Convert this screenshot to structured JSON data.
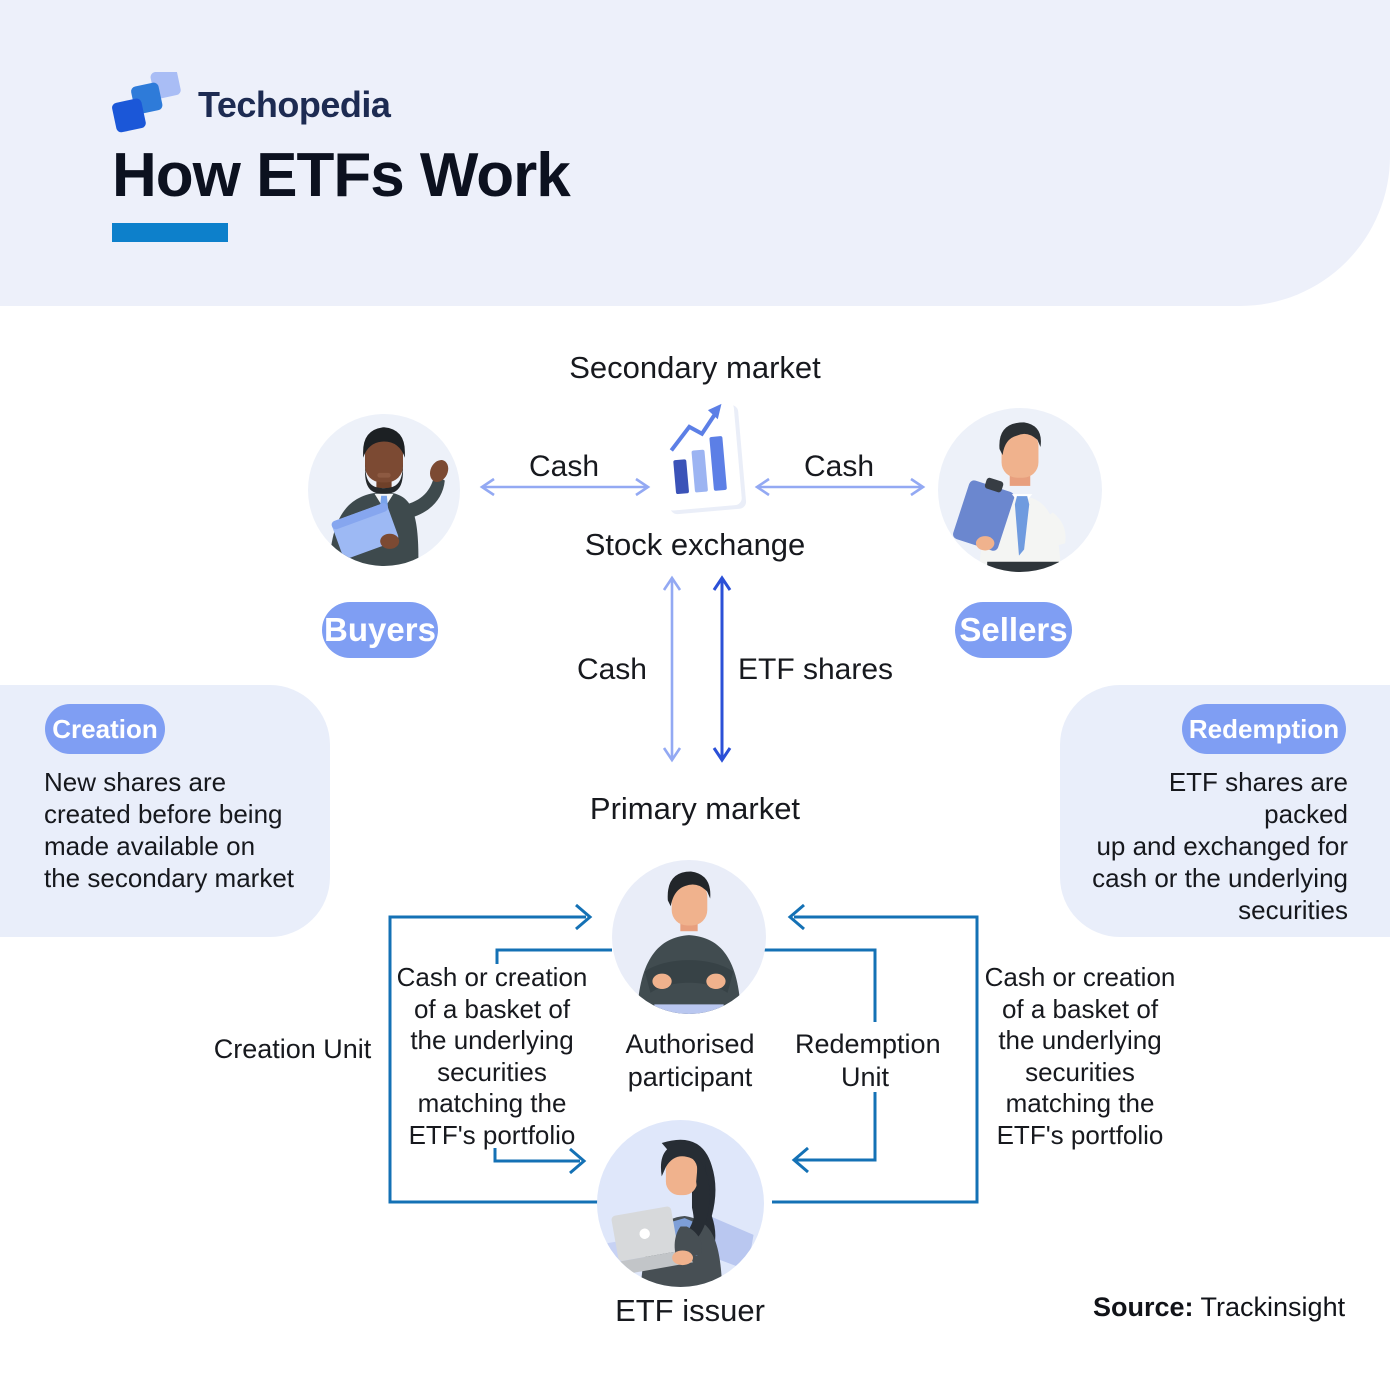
{
  "brand": {
    "name": "Techopedia"
  },
  "page_title": "How ETFs Work",
  "secondary": {
    "heading": "Secondary market",
    "stock_exchange": "Stock exchange",
    "cash_left": "Cash",
    "cash_right": "Cash",
    "buyers": "Buyers",
    "sellers": "Sellers"
  },
  "exchange_flows": {
    "cash": "Cash",
    "etf_shares": "ETF shares"
  },
  "primary": {
    "heading": "Primary market",
    "authorised_participant": "Authorised\nparticipant",
    "etf_issuer": "ETF issuer",
    "creation_unit": "Creation Unit",
    "redemption_unit": "Redemption\nUnit",
    "basket_left": "Cash or creation\nof a basket of\nthe underlying\nsecurities\nmatching the\nETF's portfolio",
    "basket_right": "Cash or creation\nof a basket of\nthe underlying\nsecurities\nmatching the\nETF's portfolio"
  },
  "creation_callout": {
    "badge": "Creation",
    "text": "New shares are\ncreated before being\nmade available on\nthe secondary market"
  },
  "redemption_callout": {
    "badge": "Redemption",
    "text": "ETF shares are packed\nup and exchanged for\ncash or the underlying\nsecurities"
  },
  "source": {
    "label": "Source:",
    "value": "Trackinsight"
  },
  "icons": {
    "logo": "techopedia-logo-icon",
    "exchange": "stock-chart-icon"
  },
  "colors": {
    "header_bg": "#edf0fa",
    "callout_bg": "#e9eefa",
    "pill": "#7f9ef3",
    "light_arrow": "#93a9f3",
    "royal_arrow": "#2b50d7",
    "flow_arrow": "#1471b5",
    "title_underline": "#0d80cb"
  }
}
